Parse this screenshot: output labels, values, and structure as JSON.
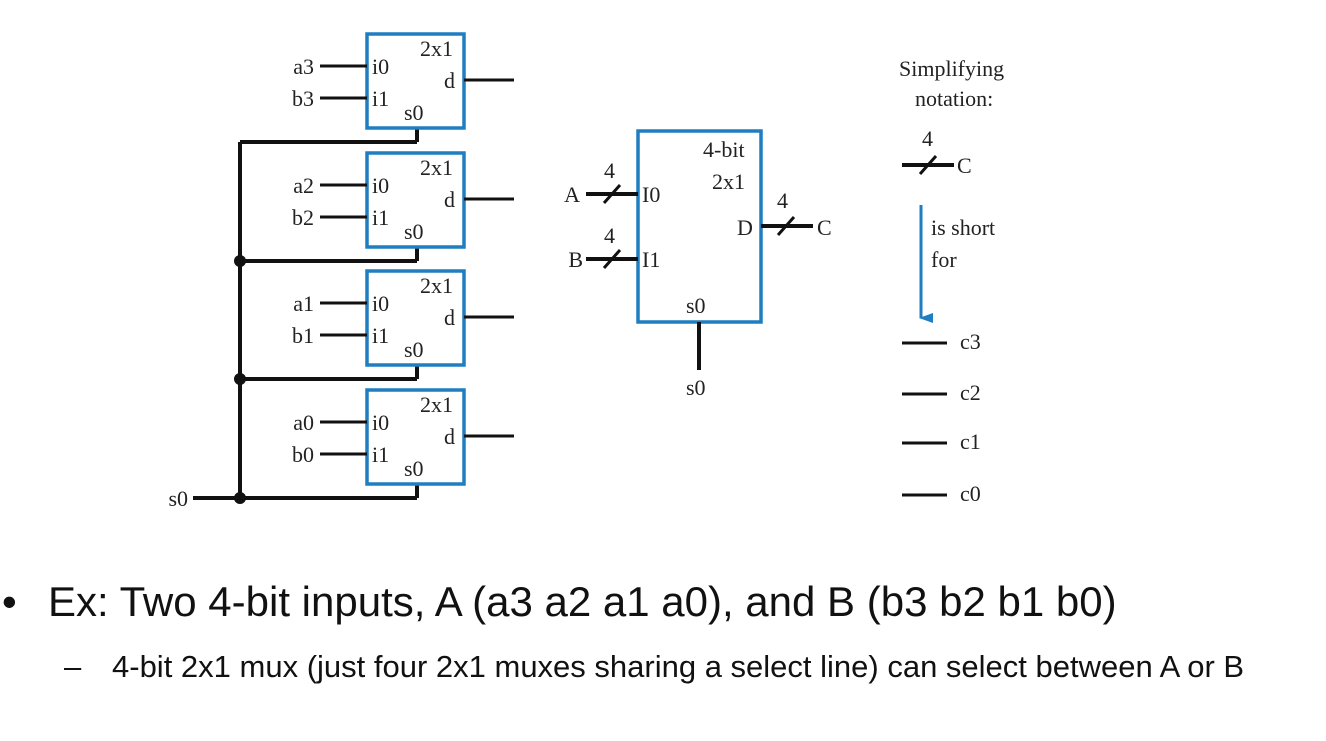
{
  "diagram": {
    "muxes": [
      {
        "in0": "a3",
        "in1": "b3",
        "port_i0": "i0",
        "port_i1": "i1",
        "name": "2x1",
        "port_d": "d",
        "port_s0": "s0"
      },
      {
        "in0": "a2",
        "in1": "b2",
        "port_i0": "i0",
        "port_i1": "i1",
        "name": "2x1",
        "port_d": "d",
        "port_s0": "s0"
      },
      {
        "in0": "a1",
        "in1": "b1",
        "port_i0": "i0",
        "port_i1": "i1",
        "name": "2x1",
        "port_d": "d",
        "port_s0": "s0"
      },
      {
        "in0": "a0",
        "in1": "b0",
        "port_i0": "i0",
        "port_i1": "i1",
        "name": "2x1",
        "port_d": "d",
        "port_s0": "s0"
      }
    ],
    "select_label": "s0",
    "big_mux": {
      "title_line1": "4-bit",
      "title_line2": "2x1",
      "input_a": "A",
      "input_b": "B",
      "port_i0": "I0",
      "port_i1": "I1",
      "port_d": "D",
      "output": "C",
      "port_s0": "s0",
      "select_label": "s0",
      "width_a": "4",
      "width_b": "4",
      "width_out": "4"
    },
    "notation": {
      "title_line1": "Simplifying",
      "title_line2": "notation:",
      "bus_width": "4",
      "bus_label": "C",
      "arrow_line1": "is short",
      "arrow_line2": "for",
      "lines": [
        "c3",
        "c2",
        "c1",
        "c0"
      ],
      "arrow_color": "#1f7dc1"
    },
    "box_color": "#1f7dc1"
  },
  "bullets": {
    "main_marker": "•",
    "main": "Ex: Two 4-bit inputs, A (a3 a2 a1 a0), and B (b3 b2 b1 b0)",
    "sub_marker": "–",
    "sub": "4-bit 2x1 mux (just four 2x1 muxes sharing a select line) can select between A or B"
  }
}
